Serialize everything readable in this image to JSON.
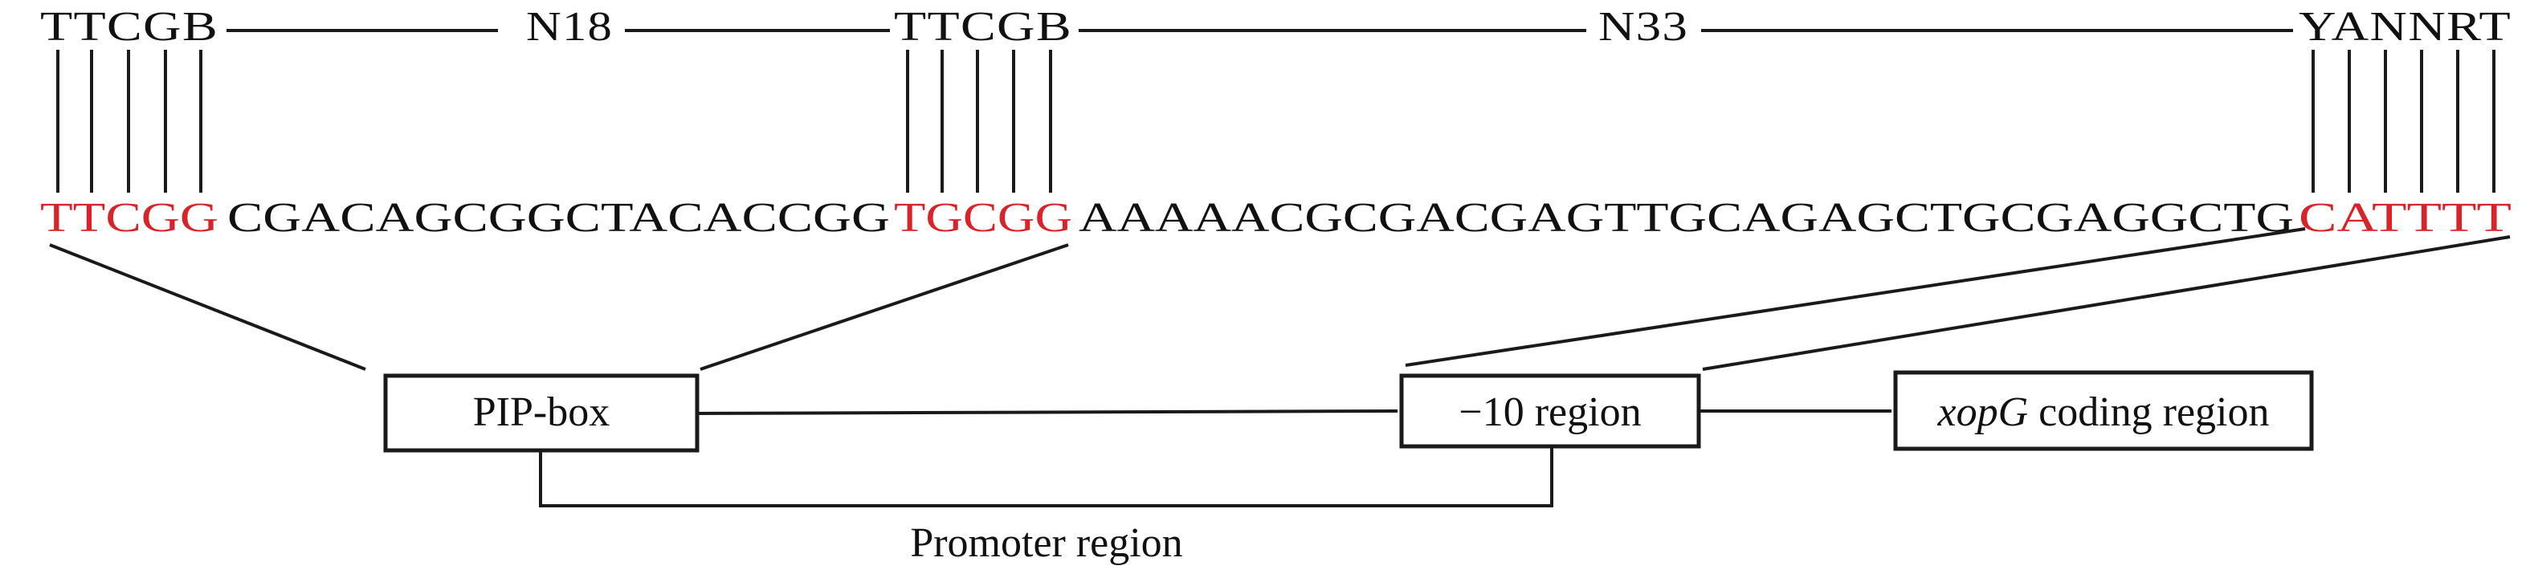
{
  "motif": {
    "block1": "TTCGB",
    "spacer1": "N18",
    "block2": "TTCGB",
    "spacer2": "N33",
    "block3": "YANNRT"
  },
  "sequence": {
    "match1": "TTCGG",
    "gap1": "CGACAGCGGCTACACCGG",
    "match2": "TGCGG",
    "gap2": "AAAAACGCGACGAGTTGCAGAGCTGCGAGGCTG",
    "match3": "CATTTT"
  },
  "boxes": {
    "pip_box": "PIP-box",
    "minus10_region": "−10 region",
    "coding_gene_italic": "xopG",
    "coding_rest": " coding region"
  },
  "promoter_label": "Promoter region",
  "colors": {
    "highlight": "#d8232a",
    "text": "#111111",
    "line": "#1a1a1a"
  }
}
